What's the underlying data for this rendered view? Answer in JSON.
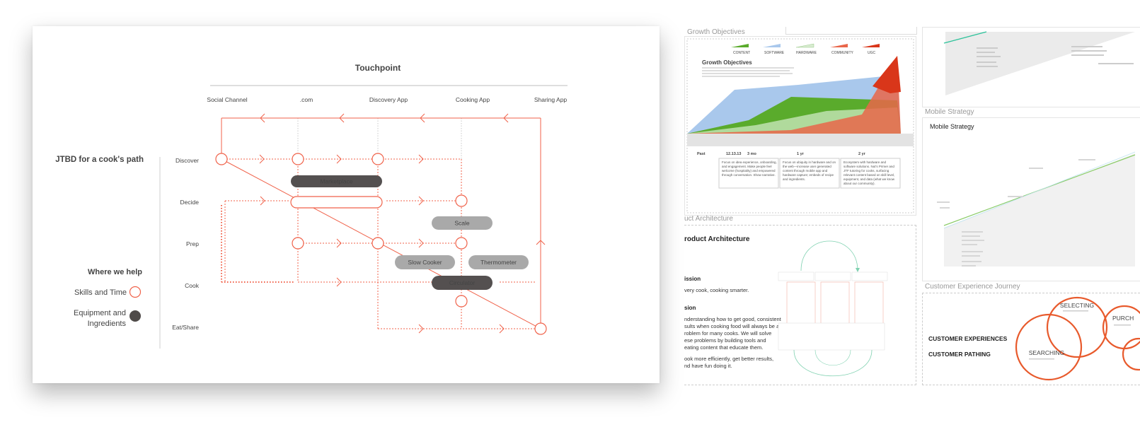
{
  "journey": {
    "header": "Touchpoint",
    "touchpoints": [
      "Social Channel",
      ".com",
      "Discovery App",
      "Cooking App",
      "Sharing  App"
    ],
    "title": "JTBD for a cook's path",
    "stages": [
      "Discover",
      "Decide",
      "Prep",
      "Cook",
      "Eat/Share"
    ],
    "legend_title": "Where we help",
    "legend_skills": "Skills and Time",
    "legend_equipment_line1": "Equipment and",
    "legend_equipment_line2": "Ingredients",
    "pills": {
      "marketplace": "Marketplace",
      "scale": "Scale",
      "slow_cooker": "Slow Cooker",
      "thermometer": "Thermometer",
      "circulator": "Circulator"
    },
    "colors": {
      "accent": "#f0624a",
      "dark_pill": "#545050",
      "light_pill": "#a9a9a9"
    }
  },
  "growth": {
    "panel_title": "Growth Objectives",
    "title": "Growth Objectives",
    "legend": [
      "CONTENT",
      "SOFTWARE",
      "HARDWARE",
      "COMMUNITY",
      "UGC"
    ],
    "timeline": [
      "Past",
      "12.13.13",
      "3 mo",
      "1 yr",
      "2 yr"
    ],
    "notes": [
      "Focus on idea experience, onboarding, and engagement. Make people feel welcome (hospitality) and empowered through conversation. Show narrative.",
      "Focus on ubiquity in hardware and on the web—increase user generated content through mobile app and hardware capture; embeds of recipe and ingredients.",
      "Ecosystem with hardware and software solutions. Nut's Primer and JTF tutoring for cooks, surfacing relevant content based on skill level, equipment, and data (what we know about our community)."
    ],
    "colors": {
      "content": "#5aab2c",
      "software": "#a9c8ec",
      "community": "#e9664a",
      "ugc": "#d9361a"
    }
  },
  "product": {
    "panel_title": "uct Architecture",
    "title": "roduct Architecture",
    "mission_label": "ission",
    "mission_text": "very cook, cooking smarter.",
    "vision_label": "sion",
    "vision_text_1": "nderstanding how to get good, consistent",
    "vision_text_2": "sults when cooking food will always be a",
    "vision_text_3": "roblem for many cooks. We will solve",
    "vision_text_4": "ese problems by building tools and",
    "vision_text_5": "eating content that educate them.",
    "vision_text_6": "ook more efficiently, get better results,",
    "vision_text_7": "nd have fun doing it."
  },
  "mobile": {
    "panel_title": "Mobile Strategy",
    "title": "Mobile Strategy"
  },
  "cx": {
    "panel_title": "Customer Experience Journey",
    "row1": "CUSTOMER  EXPERIENCES",
    "row2": "CUSTOMER  PATHING",
    "bubbles": [
      "SELECTING",
      "PURCH",
      "SEARCHING"
    ]
  }
}
